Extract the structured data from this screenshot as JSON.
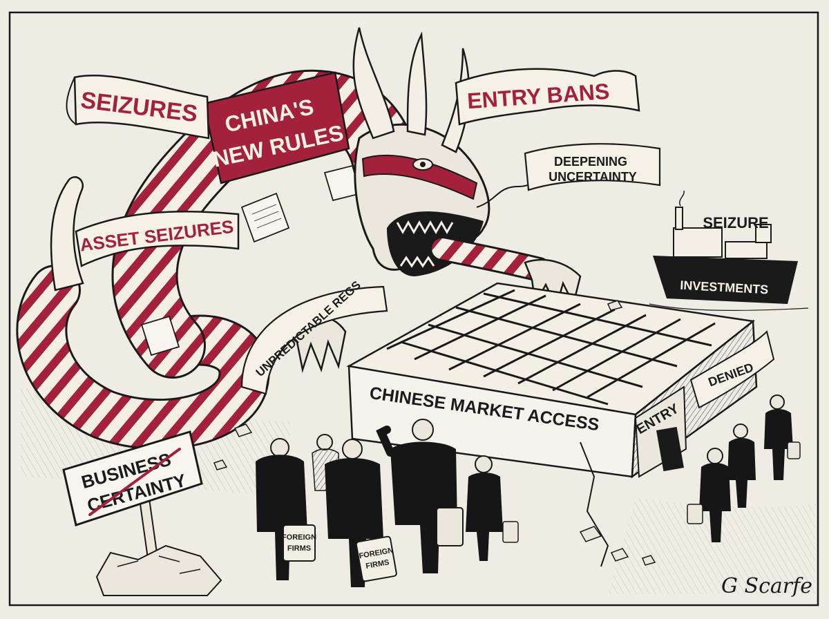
{
  "cartoon": {
    "banners": {
      "china_new_rules_line1": "CHINA'S",
      "china_new_rules_line2": "NEW RULES",
      "seizures": "SEIZURES",
      "entry_bans": "ENTRY BANS",
      "asset_seizures": "ASSET SEIZURES",
      "deepening_line1": "DEEPENING",
      "deepening_line2": "UNCERTAINTY",
      "unpredictable_regs": "UNPREDICTABLE REGS"
    },
    "ship": {
      "title": "SEIZURE",
      "hull_label": "INVESTMENTS"
    },
    "maze": {
      "wall_label": "CHINESE MARKET ACCESS",
      "entry_label": "ENTRY",
      "denied_label": "DENIED"
    },
    "sign": {
      "line1": "BUSINESS",
      "line2": "CERTAINTY"
    },
    "briefcases": {
      "left_line1": "FOREIGN",
      "left_line2": "FIRMS",
      "center_line1": "FOREIGN",
      "center_line2": "FIRMS"
    },
    "signature": "G Scarfe"
  },
  "colors": {
    "paper": "#efece4",
    "crimson": "#a3213b",
    "ink": "#1a1a1a",
    "suit": "#161616"
  }
}
